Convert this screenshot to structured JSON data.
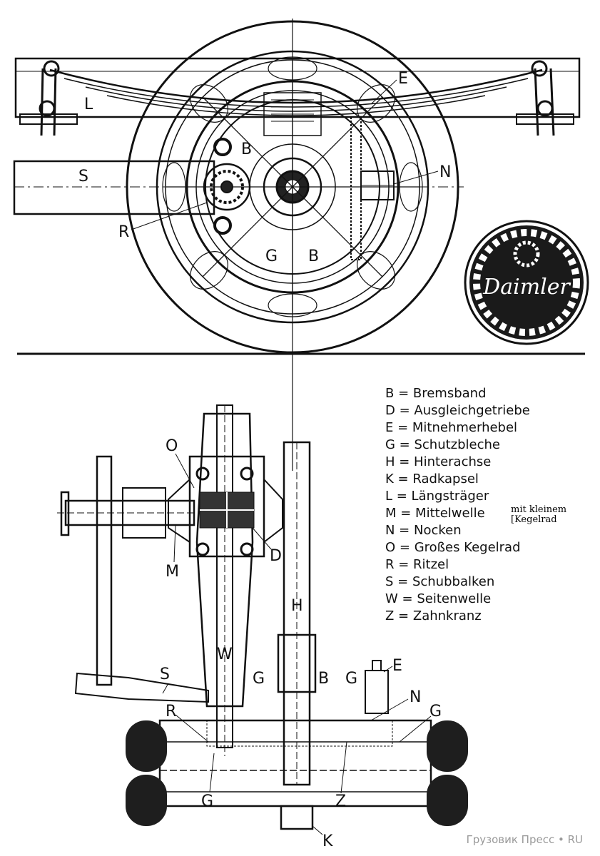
{
  "top_labels": {
    "L": "L",
    "E": "E",
    "B1": "B",
    "S": "S",
    "N": "N",
    "R": "R",
    "G": "G",
    "B2": "B"
  },
  "logo": {
    "text": "Daimler"
  },
  "bottom_labels": {
    "O": "O",
    "M": "M",
    "D": "D",
    "H": "H",
    "W": "W",
    "S": "S",
    "G1": "G",
    "B": "B",
    "G2": "G",
    "E": "E",
    "R": "R",
    "N": "N",
    "G3": "G",
    "G4": "G",
    "Z": "Z",
    "K": "K"
  },
  "legend": [
    "B = Bremsband",
    "D = Ausgleichgetriebe",
    "E = Mitnehmerhebel",
    "G = Schutzbleche",
    "H = Hinterachse",
    "K = Radkapsel",
    "L = Längsträger",
    "M = Mittelwelle",
    "N = Nocken",
    "O = Großes Kegelrad",
    "R = Ritzel",
    "S = Schubbalken",
    "W = Seitenwelle",
    "Z = Zahnkranz"
  ],
  "legend_note": {
    "line1": "mit kleinem",
    "line2": "[Kegelrad"
  },
  "watermark": "Грузовик Пресс • RU"
}
